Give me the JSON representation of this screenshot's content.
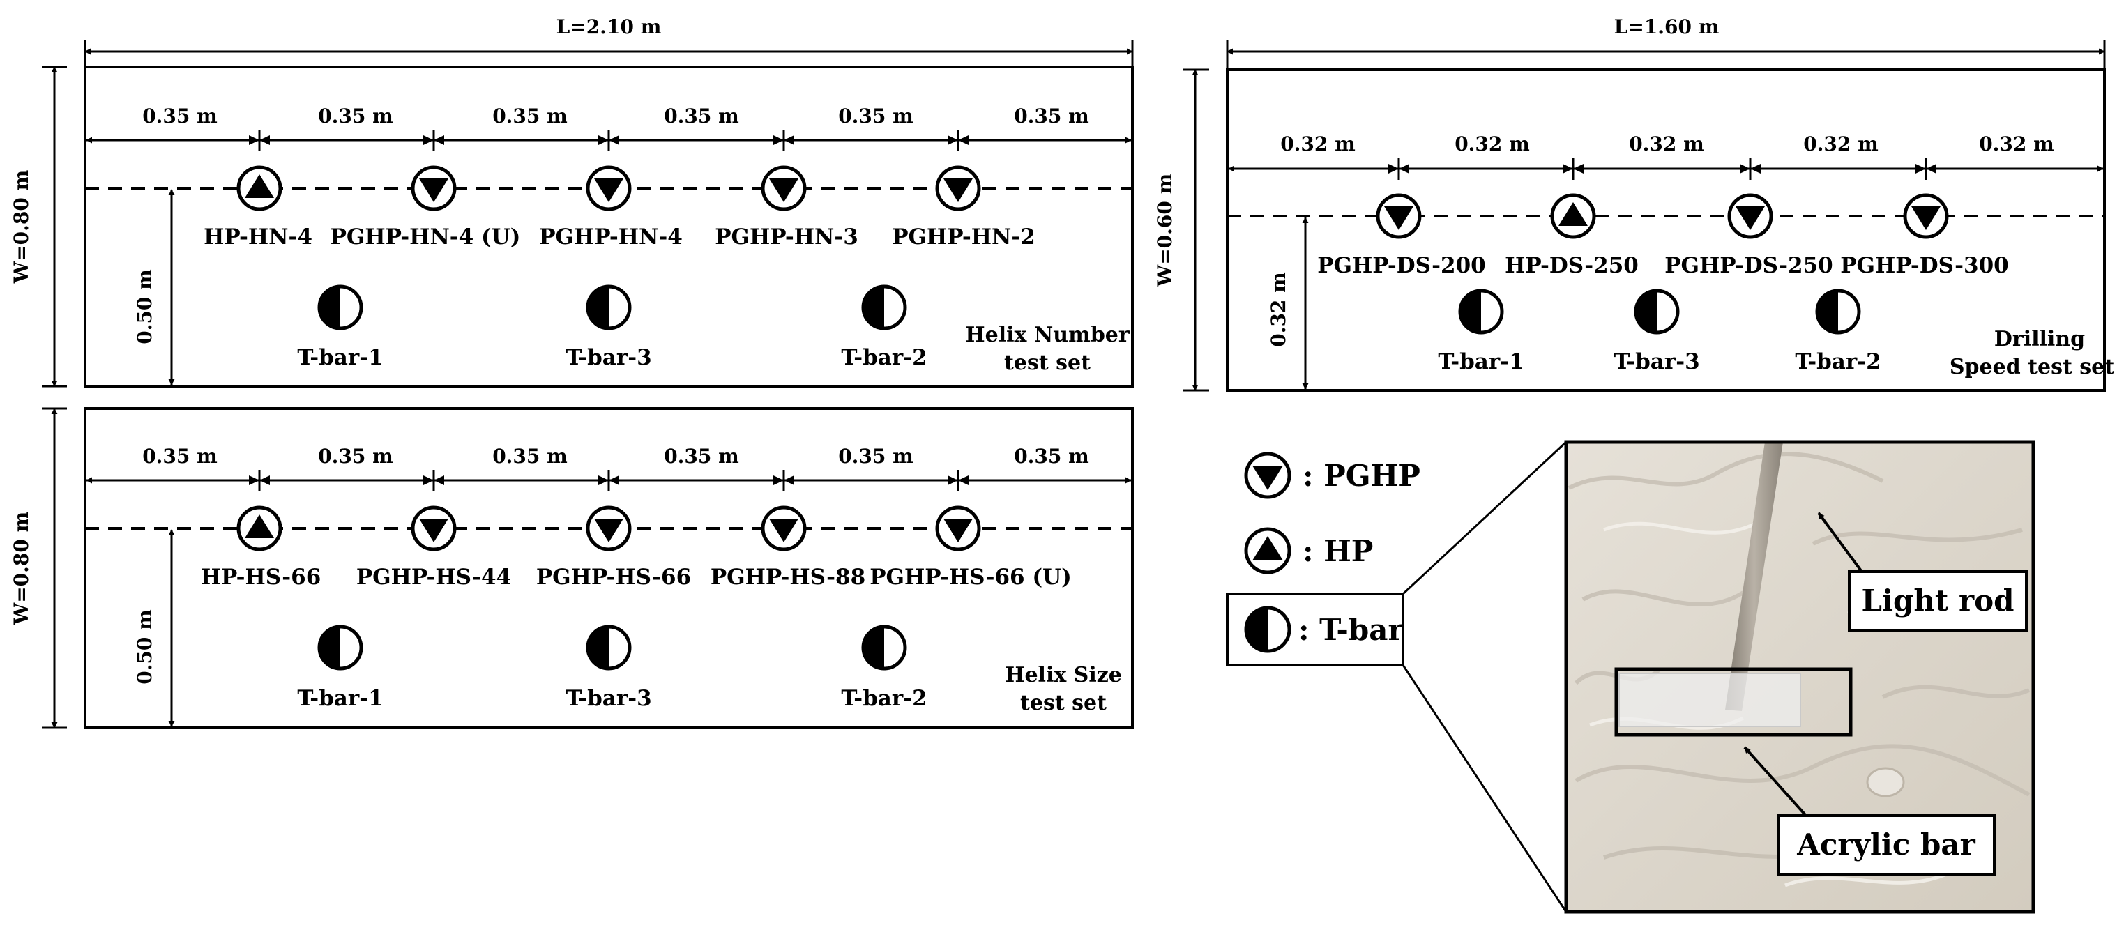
{
  "top_left_panel": {
    "overall_length": "L=2.10 m",
    "width": "W=0.80 m",
    "spacing_labels": [
      "0.35 m",
      "0.35 m",
      "0.35 m",
      "0.35 m",
      "0.35 m",
      "0.35 m"
    ],
    "line_offset": "0.50 m",
    "piles": [
      {
        "label": "HP-HN-4",
        "type": "HP"
      },
      {
        "label": "PGHP-HN-4 (U)",
        "type": "PGHP"
      },
      {
        "label": "PGHP-HN-4",
        "type": "PGHP"
      },
      {
        "label": "PGHP-HN-3",
        "type": "PGHP"
      },
      {
        "label": "PGHP-HN-2",
        "type": "PGHP"
      }
    ],
    "tbars": [
      "T-bar-1",
      "T-bar-3",
      "T-bar-2"
    ],
    "title_lines": [
      "Helix Number",
      "test set"
    ]
  },
  "bottom_left_panel": {
    "width": "W=0.80 m",
    "spacing_labels": [
      "0.35 m",
      "0.35 m",
      "0.35 m",
      "0.35 m",
      "0.35 m",
      "0.35 m"
    ],
    "line_offset": "0.50 m",
    "piles": [
      {
        "label": "HP-HS-66",
        "type": "HP"
      },
      {
        "label": "PGHP-HS-44",
        "type": "PGHP"
      },
      {
        "label": "PGHP-HS-66",
        "type": "PGHP"
      },
      {
        "label": "PGHP-HS-88",
        "type": "PGHP"
      },
      {
        "label": "PGHP-HS-66 (U)",
        "type": "PGHP"
      }
    ],
    "tbars": [
      "T-bar-1",
      "T-bar-3",
      "T-bar-2"
    ],
    "title_lines": [
      "Helix Size",
      "test set"
    ]
  },
  "top_right_panel": {
    "overall_length": "L=1.60 m",
    "width": "W=0.60 m",
    "spacing_labels": [
      "0.32 m",
      "0.32 m",
      "0.32 m",
      "0.32 m",
      "0.32 m"
    ],
    "line_offset": "0.32 m",
    "piles": [
      {
        "label": "PGHP-DS-200",
        "type": "PGHP"
      },
      {
        "label": "HP-DS-250",
        "type": "HP"
      },
      {
        "label": "PGHP-DS-250",
        "type": "PGHP"
      },
      {
        "label": "PGHP-DS-300",
        "type": "PGHP"
      }
    ],
    "tbars": [
      "T-bar-1",
      "T-bar-3",
      "T-bar-2"
    ],
    "title_lines": [
      "Drilling",
      "Speed test set"
    ]
  },
  "legend": {
    "pghp": ": PGHP",
    "hp": ": HP",
    "tbar": ": T-bar"
  },
  "photo_callouts": {
    "light_rod": "Light rod",
    "acrylic_bar": "Acrylic bar"
  }
}
